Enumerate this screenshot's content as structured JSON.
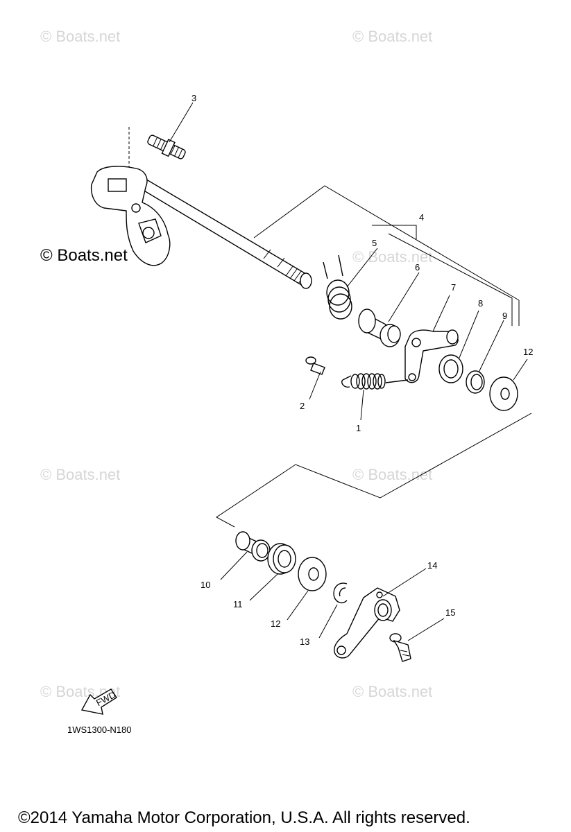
{
  "watermarks": [
    "© Boats.net",
    "© Boats.net",
    "© Boats.net",
    "© Boats.net",
    "© Boats.net",
    "© Boats.net",
    "© Boats.net",
    "© Boats.net"
  ],
  "watermark_dark": "© Boats.net",
  "part_labels": [
    "1",
    "2",
    "3",
    "4",
    "5",
    "6",
    "7",
    "8",
    "9",
    "10",
    "11",
    "12",
    "12",
    "13",
    "14",
    "15"
  ],
  "fwd_label": "FWD",
  "diagram_code": "1WS1300-N180",
  "copyright": "©2014 Yamaha Motor Corporation, U.S.A. All rights reserved."
}
